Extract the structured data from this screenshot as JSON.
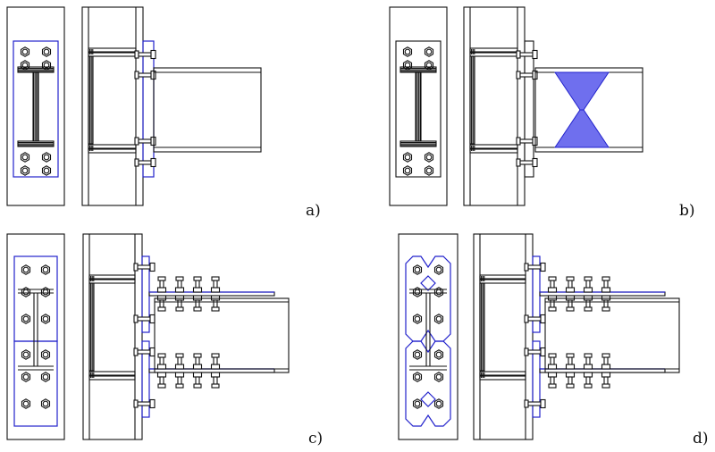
{
  "figure": {
    "panels": [
      {
        "id": "a",
        "label": "a)"
      },
      {
        "id": "b",
        "label": "b)"
      },
      {
        "id": "c",
        "label": "c)"
      },
      {
        "id": "d",
        "label": "d)"
      }
    ]
  },
  "colors": {
    "outline": "#111111",
    "highlight": "#2222cc",
    "highlight_fill": "#6f6fee",
    "background": "#ffffff"
  }
}
